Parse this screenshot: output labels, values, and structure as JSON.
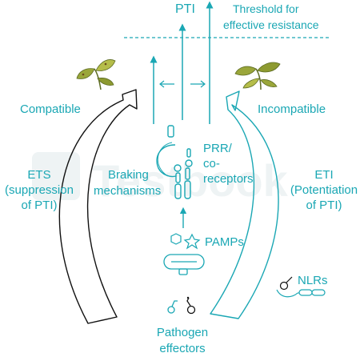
{
  "colors": {
    "accent": "#1aa7b4",
    "outline": "#111111",
    "leaf": "#9aa63a",
    "watermark": "#eef3f4"
  },
  "labels": {
    "pti": "PTI",
    "threshold_line1": "Threshold for",
    "threshold_line2": "effective resistance",
    "compatible": "Compatible",
    "incompatible": "Incompatible",
    "ets_line1": "ETS",
    "ets_line2": "(suppression",
    "ets_line3": "of PTI)",
    "eti_line1": "ETI",
    "eti_line2": "(Potentiation",
    "eti_line3": "of PTI)",
    "braking_line1": "Braking",
    "braking_line2": "mechanisms",
    "prr_line1": "PRR/",
    "prr_line2": "co-",
    "prr_line3": "receptors",
    "pamps": "PAMPs",
    "nlrs": "NLRs",
    "pathogen_line1": "Pathogen",
    "pathogen_line2": "effectors"
  },
  "watermark": {
    "text": "Testbook"
  },
  "icons": [
    "plant-left-icon",
    "plant-right-icon",
    "receptor-icon",
    "pamp-molecules-icon",
    "pathogen-cell-icon",
    "nlr-icon",
    "effector-icons"
  ]
}
